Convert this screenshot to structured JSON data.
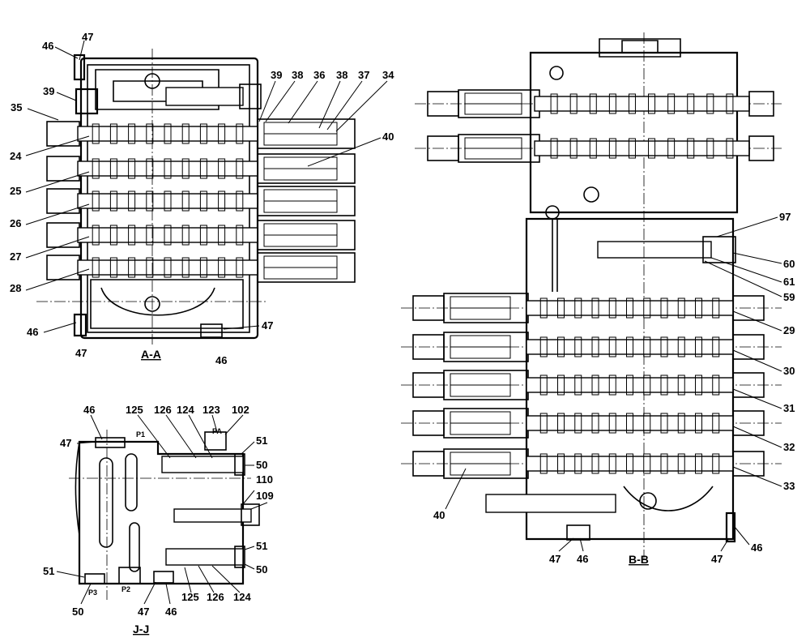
{
  "views": {
    "aa": {
      "title": "A-A",
      "labels": [
        "47",
        "46",
        "39",
        "35",
        "24",
        "25",
        "26",
        "27",
        "28",
        "46",
        "47",
        "39",
        "38",
        "36",
        "38",
        "37",
        "34",
        "40",
        "47",
        "46"
      ]
    },
    "jj": {
      "title": "J-J",
      "labels": [
        "46",
        "47",
        "125",
        "126",
        "124",
        "123",
        "102",
        "51",
        "50",
        "110",
        "109",
        "51",
        "50",
        "51",
        "50",
        "47",
        "46",
        "125",
        "126",
        "124"
      ],
      "ports": [
        "P1",
        "PA",
        "P3",
        "P2"
      ]
    },
    "bb": {
      "title": "B-B",
      "labels": [
        "97",
        "60",
        "61",
        "59",
        "29",
        "30",
        "31",
        "32",
        "33",
        "40",
        "47",
        "46",
        "47",
        "46"
      ]
    }
  }
}
